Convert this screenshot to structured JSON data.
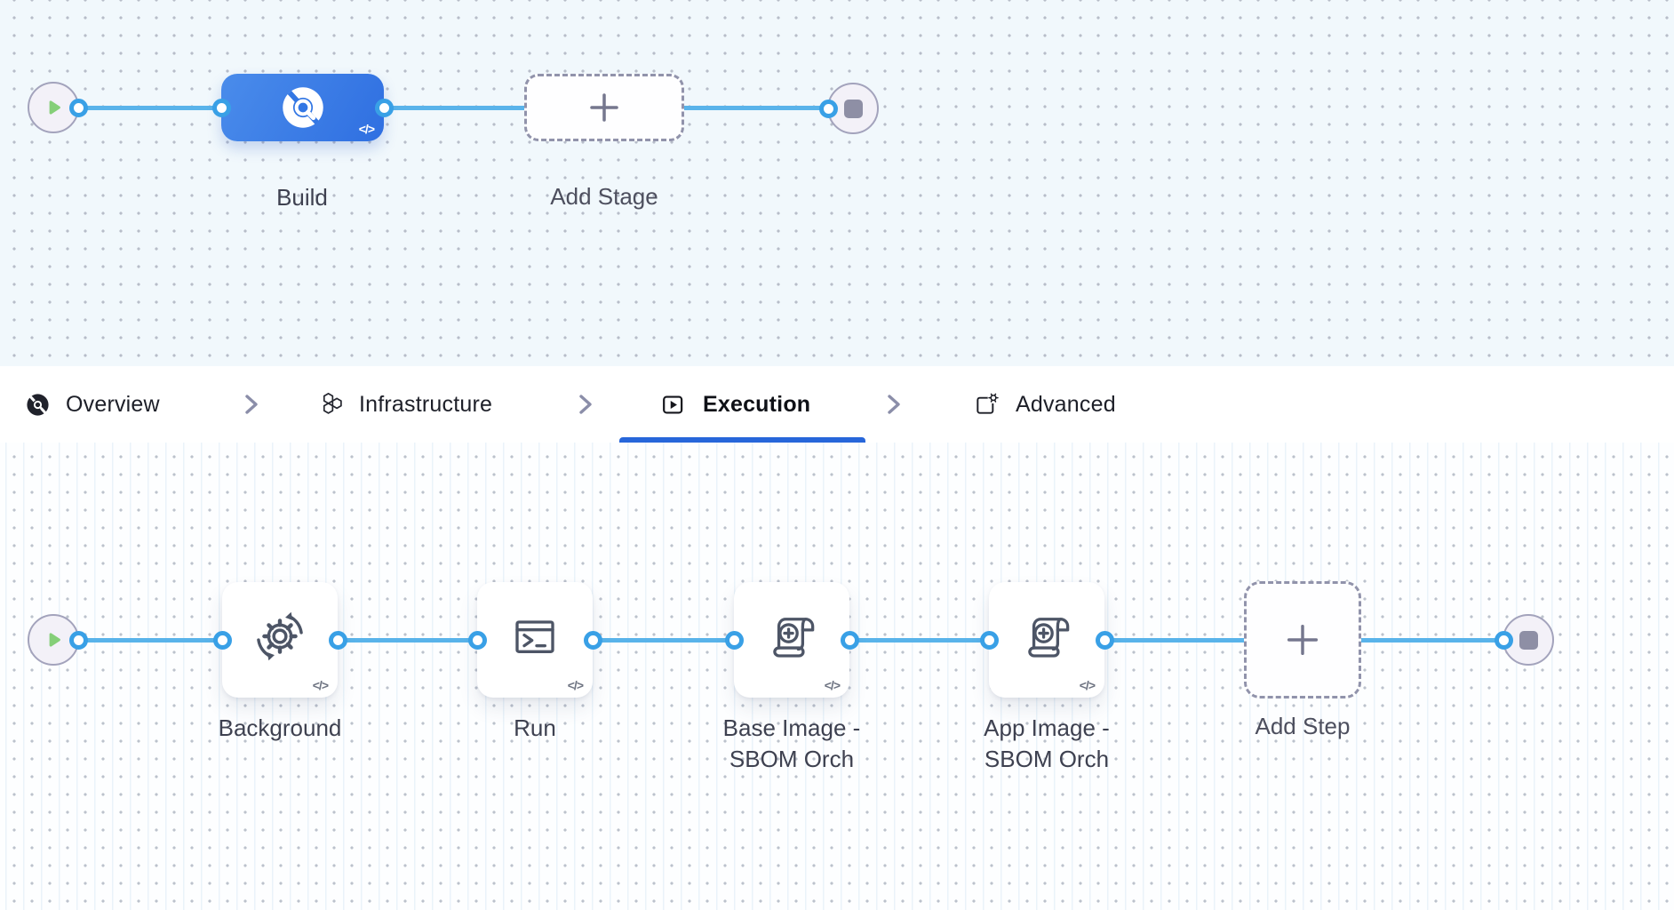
{
  "stage_canvas": {
    "build_label": "Build",
    "add_stage_label": "Add Stage",
    "code_badge": "</>"
  },
  "tabs": {
    "overview": "Overview",
    "infrastructure": "Infrastructure",
    "execution": "Execution",
    "advanced": "Advanced",
    "active_tab": "Execution"
  },
  "execution_canvas": {
    "steps": [
      {
        "label": "Background",
        "icon": "sync-gear-icon"
      },
      {
        "label": "Run",
        "icon": "terminal-icon"
      },
      {
        "label": "Base Image -\nSBOM Orch",
        "icon": "scroll-plus-icon"
      },
      {
        "label": "App Image -\nSBOM Orch",
        "icon": "scroll-plus-icon"
      }
    ],
    "add_step_label": "Add Step",
    "code_badge": "</>"
  },
  "icons": {
    "start": "play-icon",
    "end": "stop-icon",
    "build_stage": "ci-build-icon",
    "add": "plus-icon",
    "tab_separator": "chevron-right-icon",
    "overview_tab": "ci-overview-icon",
    "infrastructure_tab": "hexagons-icon",
    "execution_tab": "play-square-icon",
    "advanced_tab": "gear-square-icon"
  },
  "colors": {
    "edge": "#59b3ea",
    "port_ring": "#39a0e6",
    "stage_blue": "#3377e4",
    "active_tab_underline": "#2766da",
    "canvas_top_bg": "#f1f8fc",
    "canvas_bottom_bg": "#fdfeff",
    "start_play_green": "#85cf78",
    "stop_gray": "#8e8fa5"
  }
}
